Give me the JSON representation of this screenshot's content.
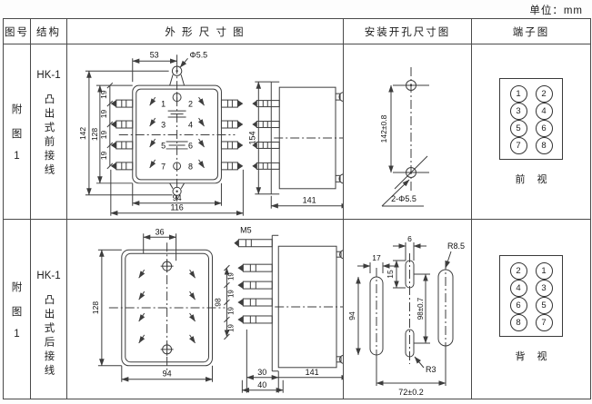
{
  "unit_note": "单位：mm",
  "columns": {
    "fig": "图号",
    "structure": "结构",
    "outline": "外 形 尺 寸 图",
    "mounting": "安装开孔尺寸图",
    "terminal": "端子图"
  },
  "rows": [
    {
      "fig_no": [
        "附",
        "图",
        "1"
      ],
      "model": "HK-1",
      "structure": "凸出式前接线",
      "outline": {
        "top_width": "53",
        "hole_dia": "Φ5.5",
        "height_outer": "142",
        "height_inner": "128",
        "pitch": "19",
        "terminals": [
          "1",
          "2",
          "3",
          "4",
          "5",
          "6",
          "7",
          "8"
        ],
        "width_inner": "94",
        "width_outer": "116",
        "side_height": "154",
        "side_depth": "141"
      },
      "mounting": {
        "pitch": "142±0.8",
        "holes": "2-Φ5.5"
      },
      "terminal": {
        "cells": [
          "1",
          "2",
          "3",
          "4",
          "5",
          "6",
          "7",
          "8"
        ],
        "caption": "前 视"
      }
    },
    {
      "fig_no": [
        "附",
        "图",
        "1"
      ],
      "model": "HK-1",
      "structure": "凸出式后接线",
      "outline": {
        "top_width": "36",
        "height": "128",
        "width": "94",
        "screw": "M5",
        "side_height": "98",
        "pitch": "19",
        "block_width": "30",
        "base_width": "40",
        "side_depth": "141"
      },
      "mounting": {
        "slot_width": "17",
        "slot_height": "94",
        "mid_width": "6",
        "mid_height": "15",
        "mid_pitch": "98±0.7",
        "radius_side": "R8.5",
        "radius_mid": "R3",
        "span": "72±0.2"
      },
      "terminal": {
        "cells": [
          "2",
          "1",
          "4",
          "3",
          "6",
          "5",
          "8",
          "7"
        ],
        "caption": "背 视"
      }
    }
  ]
}
